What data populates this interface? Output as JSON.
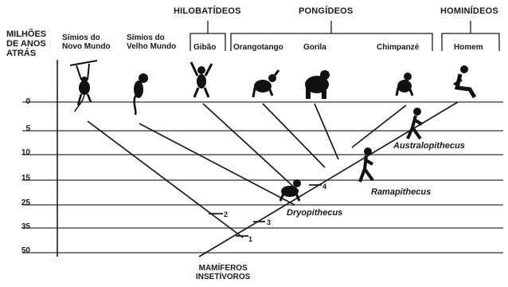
{
  "groups": {
    "hilobatideos": "HILOBATÍDEOS",
    "pongideos": "PONGÍDEOS",
    "hominideos": "HOMINÍDEOS"
  },
  "y_axis": {
    "title": [
      "MILHÕES",
      "DE ANOS",
      "ATRÁS"
    ],
    "ticks": [
      "0",
      "5",
      "10",
      "15",
      "25",
      "35",
      "50"
    ]
  },
  "species": {
    "novo_mundo": [
      "Símios do",
      "Novo Mundo"
    ],
    "velho_mundo": [
      "Símios do",
      "Velho Mundo"
    ],
    "gibao": "Gibão",
    "orangotango": "Orangotango",
    "gorila": "Gorila",
    "chimpanze": "Chimpanzé",
    "homem": "Homem"
  },
  "fossils": {
    "australopithecus": "Australopithecus",
    "ramapithecus": "Ramapithecus",
    "dryopithecus": "Dryopithecus"
  },
  "nodes": [
    "1",
    "2",
    "3",
    "4"
  ],
  "root": [
    "MAMÍFEROS",
    "INSETÍVOROS"
  ],
  "colors": {
    "ink": "#1a1a1a",
    "grid": "#555555"
  }
}
